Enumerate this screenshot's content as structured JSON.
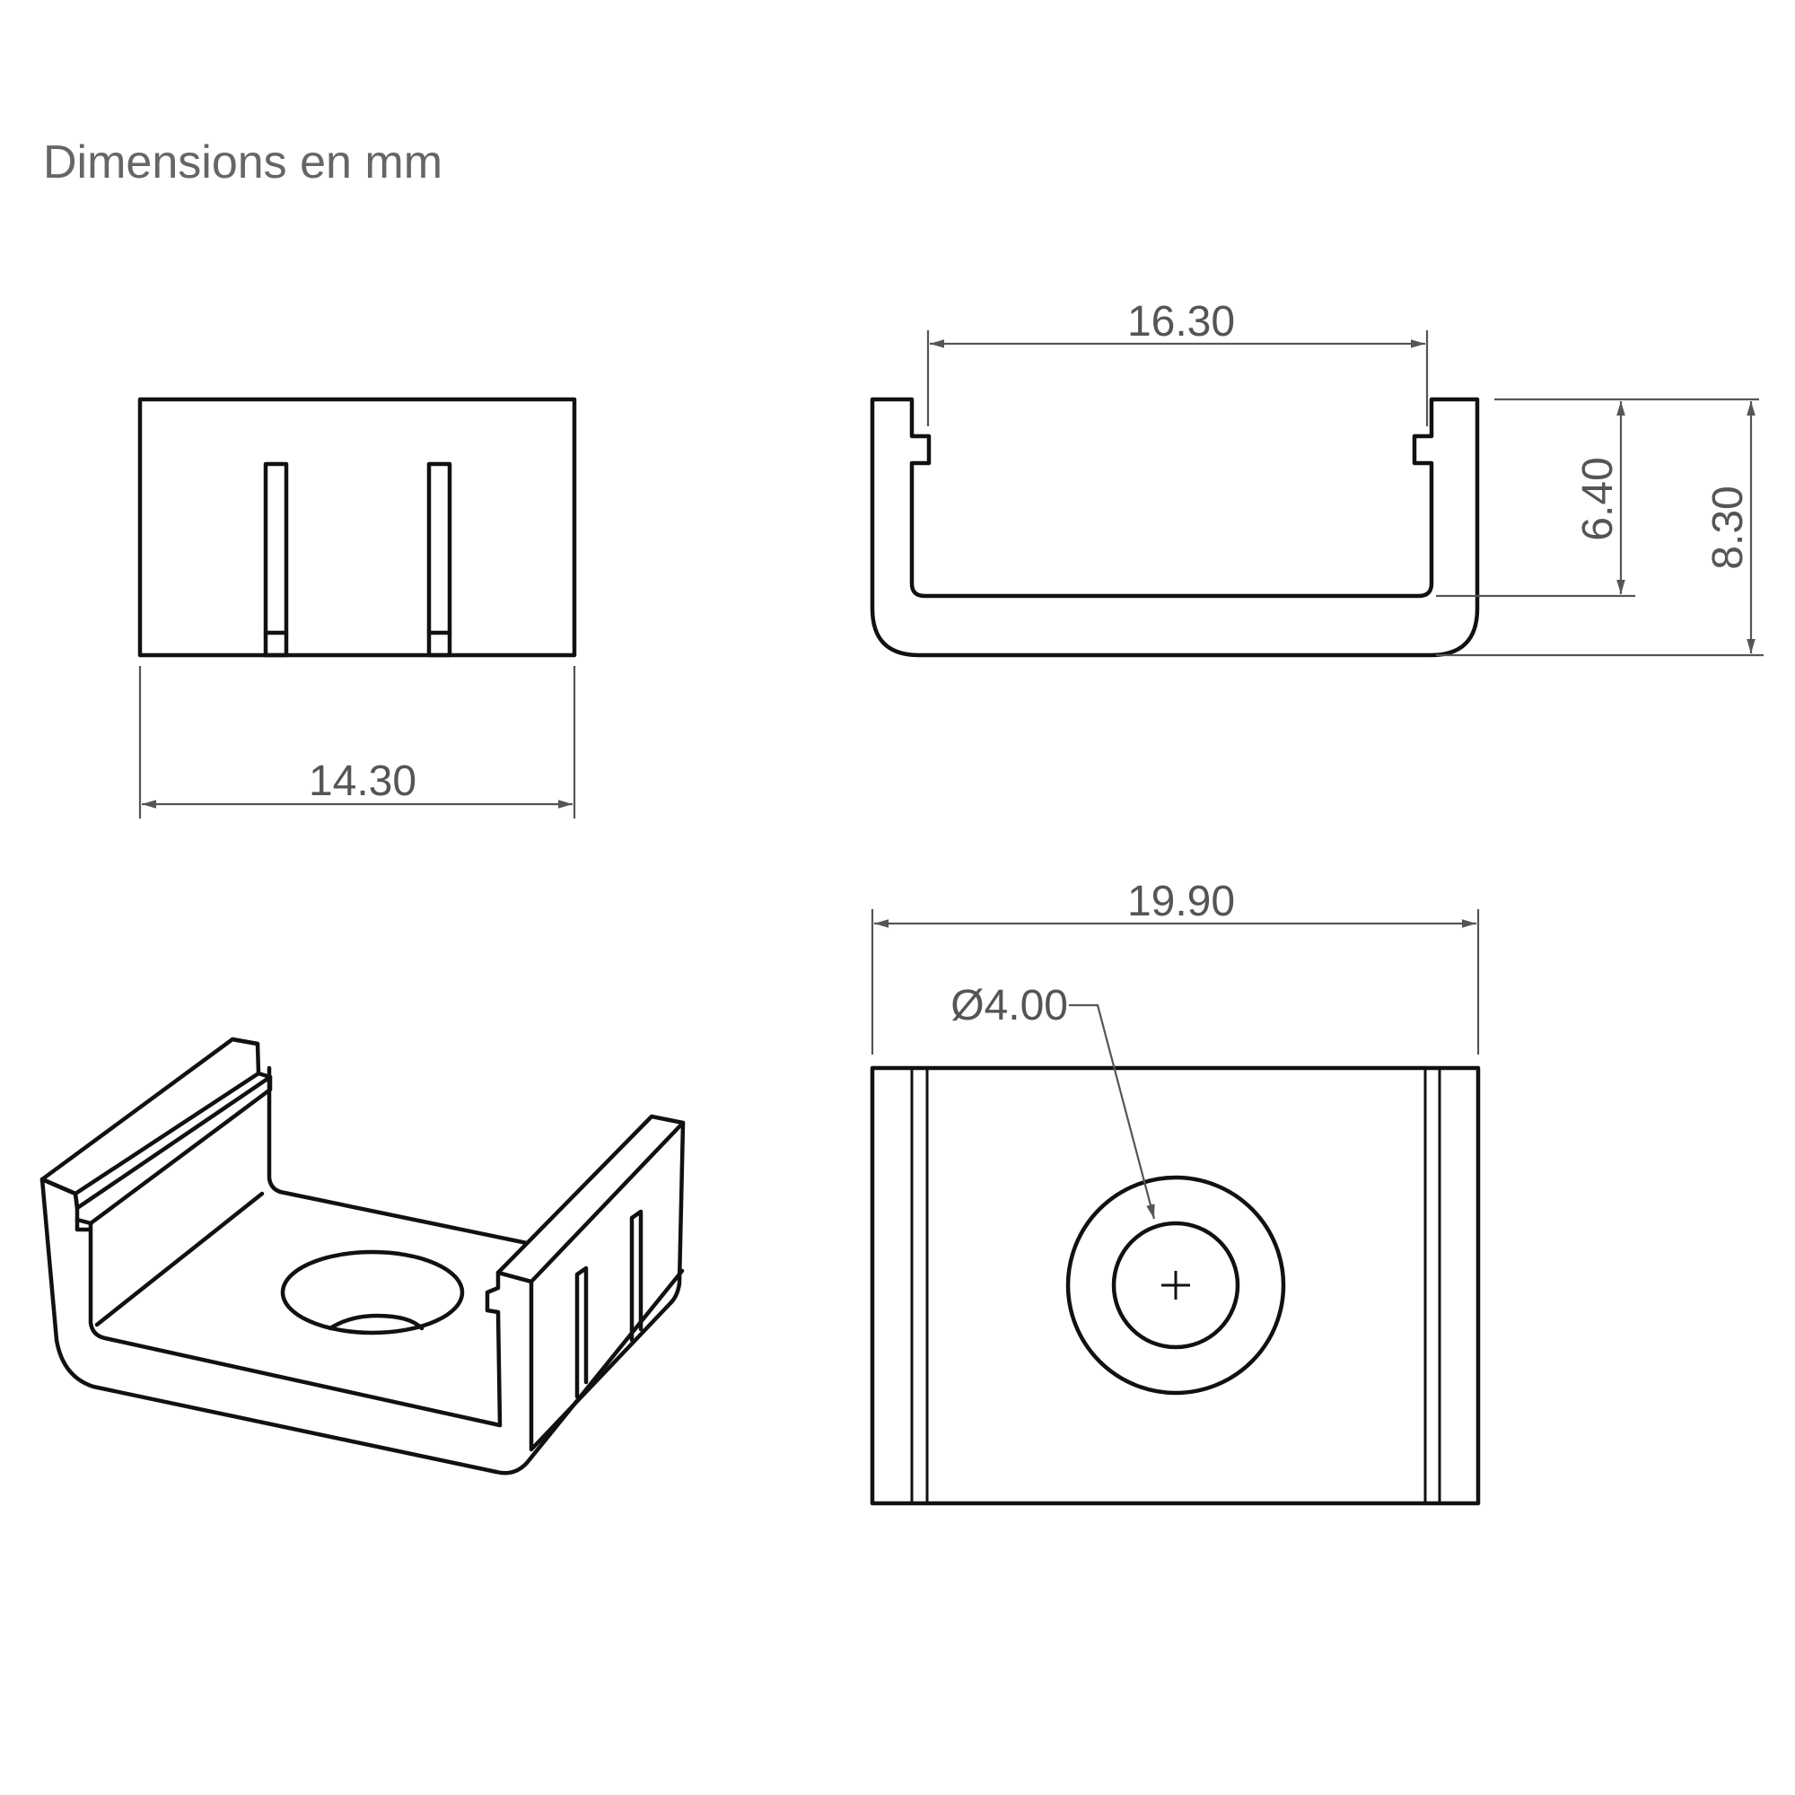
{
  "title": "Dimensions en mm",
  "dimensions": {
    "front_width": "14.30",
    "inner_width": "16.30",
    "inner_height": "6.40",
    "total_height": "8.30",
    "total_width": "19.90",
    "hole_diameter": "Ø4.00"
  },
  "colors": {
    "line": "#111111",
    "dimension": "#555555",
    "title": "#666666"
  }
}
